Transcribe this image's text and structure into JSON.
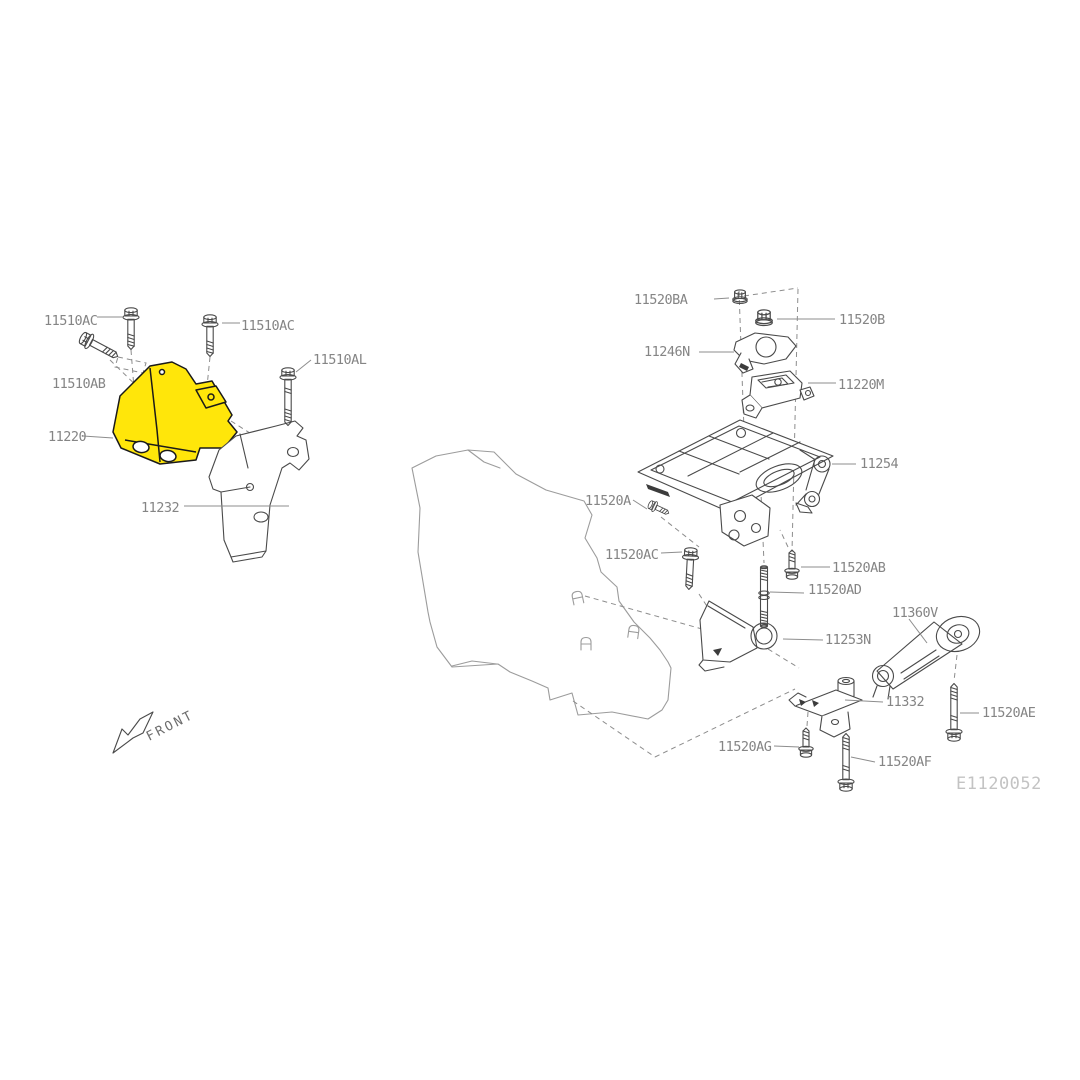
{
  "diagram": {
    "code": "E1120052",
    "front_label": "FRONT",
    "highlighted_part": "11220",
    "highlight_color": "#ffe60a",
    "labels": [
      {
        "part": "11510AC",
        "text": "11510AC"
      },
      {
        "part": "11510AC",
        "text": "11510AC"
      },
      {
        "part": "11510AB",
        "text": "11510AB"
      },
      {
        "part": "11510AL",
        "text": "11510AL"
      },
      {
        "part": "11220",
        "text": "11220"
      },
      {
        "part": "11232",
        "text": "11232"
      },
      {
        "part": "11520BA",
        "text": "11520BA"
      },
      {
        "part": "11520B",
        "text": "11520B"
      },
      {
        "part": "11246N",
        "text": "11246N"
      },
      {
        "part": "11220M",
        "text": "11220M"
      },
      {
        "part": "11254",
        "text": "11254"
      },
      {
        "part": "11520A",
        "text": "11520A"
      },
      {
        "part": "11520AC",
        "text": "11520AC"
      },
      {
        "part": "11520AB",
        "text": "11520AB"
      },
      {
        "part": "11520AD",
        "text": "11520AD"
      },
      {
        "part": "11360V",
        "text": "11360V"
      },
      {
        "part": "11253N",
        "text": "11253N"
      },
      {
        "part": "11332",
        "text": "11332"
      },
      {
        "part": "11520AE",
        "text": "11520AE"
      },
      {
        "part": "11520AG",
        "text": "11520AG"
      },
      {
        "part": "11520AF",
        "text": "11520AF"
      }
    ]
  }
}
